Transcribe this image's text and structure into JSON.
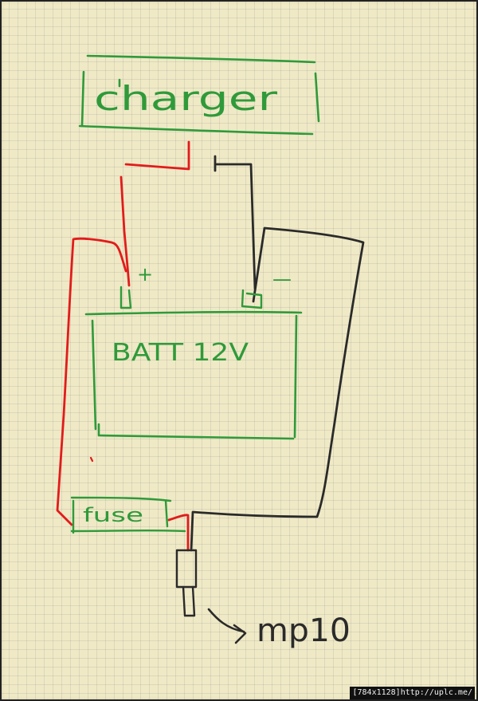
{
  "diagram": {
    "labels": {
      "charger": "charger",
      "plus": "+",
      "minus": "—",
      "battery": "BATT 12V",
      "fuse": "fuse",
      "output": "mp10"
    },
    "colors": {
      "outline": "#2f9a3a",
      "positive_wire": "#e21b1b",
      "negative_wire": "#2a2a2a"
    }
  },
  "watermark": "[784x1128]http://uplc.me/"
}
